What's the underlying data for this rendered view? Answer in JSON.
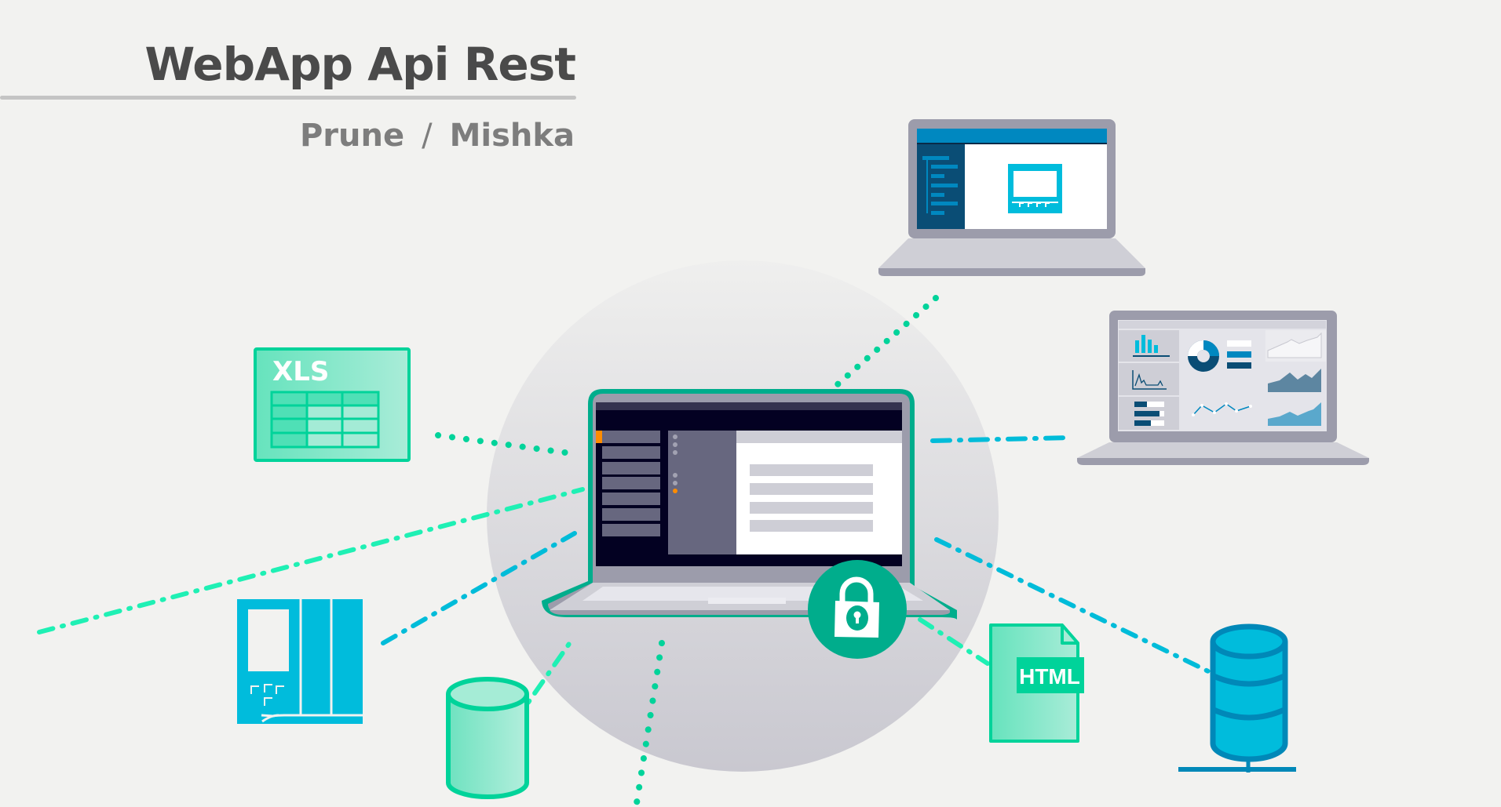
{
  "header": {
    "title": "WebApp Api Rest",
    "authors": [
      "Prune",
      "Mishka"
    ],
    "separator": "/"
  },
  "diagram": {
    "hub": {
      "name": "central-laptop",
      "badge_icon": "lock-icon"
    },
    "nodes": [
      {
        "id": "xls",
        "icon": "spreadsheet-icon",
        "label": "XLS"
      },
      {
        "id": "plc",
        "icon": "plc-device-icon"
      },
      {
        "id": "cylinder",
        "icon": "cylinder-storage-icon"
      },
      {
        "id": "web-laptop",
        "icon": "laptop-webapp-icon"
      },
      {
        "id": "dashboard-laptop",
        "icon": "laptop-dashboard-icon"
      },
      {
        "id": "html",
        "icon": "html-file-icon",
        "label": "HTML"
      },
      {
        "id": "database",
        "icon": "database-server-icon"
      }
    ]
  },
  "colors": {
    "background": "#f2f2f0",
    "green": "#00d39a",
    "green_dark": "#00ad8c",
    "blue": "#00bcd9",
    "blue_dark": "#0088b8",
    "navy": "#0a4d75",
    "laptop_gray": "#9c9cab",
    "screen_dark": "#030122",
    "orange": "#ff8c00"
  }
}
